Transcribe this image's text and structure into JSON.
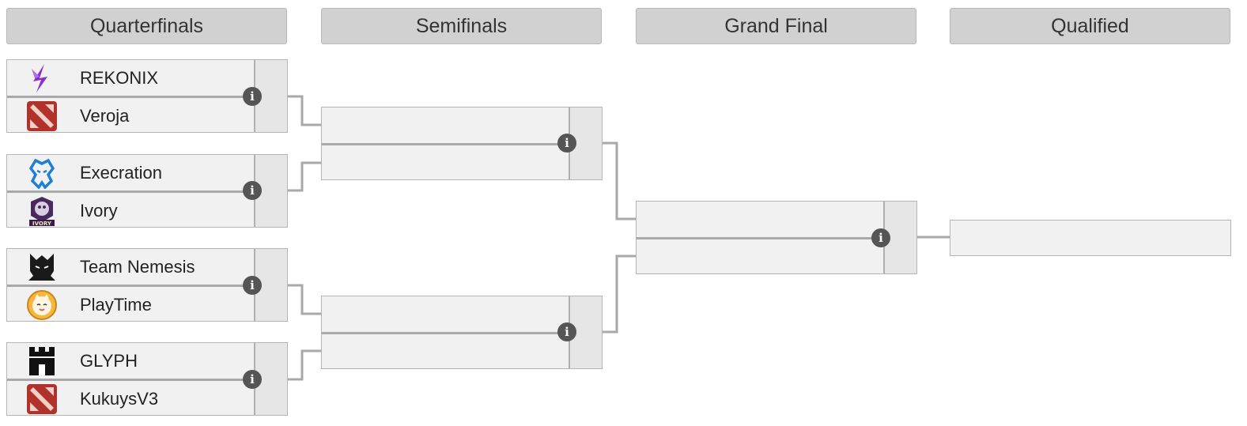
{
  "rounds": [
    "Quarterfinals",
    "Semifinals",
    "Grand Final",
    "Qualified"
  ],
  "quarterfinals": [
    {
      "team1": {
        "name": "REKONIX",
        "logo": "rekonix-logo"
      },
      "team2": {
        "name": "Veroja",
        "logo": "dota2-logo"
      }
    },
    {
      "team1": {
        "name": "Execration",
        "logo": "execration-logo"
      },
      "team2": {
        "name": "Ivory",
        "logo": "ivory-logo"
      }
    },
    {
      "team1": {
        "name": "Team Nemesis",
        "logo": "team-nemesis-logo"
      },
      "team2": {
        "name": "PlayTime",
        "logo": "playtime-logo"
      }
    },
    {
      "team1": {
        "name": "GLYPH",
        "logo": "glyph-logo"
      },
      "team2": {
        "name": "KukuysV3",
        "logo": "dota2-logo"
      }
    }
  ],
  "info_icon": "info-icon",
  "info_glyph": "i",
  "colors": {
    "header_bg": "#d1d1d1",
    "slot_bg": "#f1f1f1",
    "score_bg": "#e6e6e6",
    "connector": "#a9a9a9",
    "info_bg": "#555555",
    "rekonix": "#8b2fc9",
    "dota_red": "#b1322a",
    "execration_blue": "#1f7fd6"
  }
}
